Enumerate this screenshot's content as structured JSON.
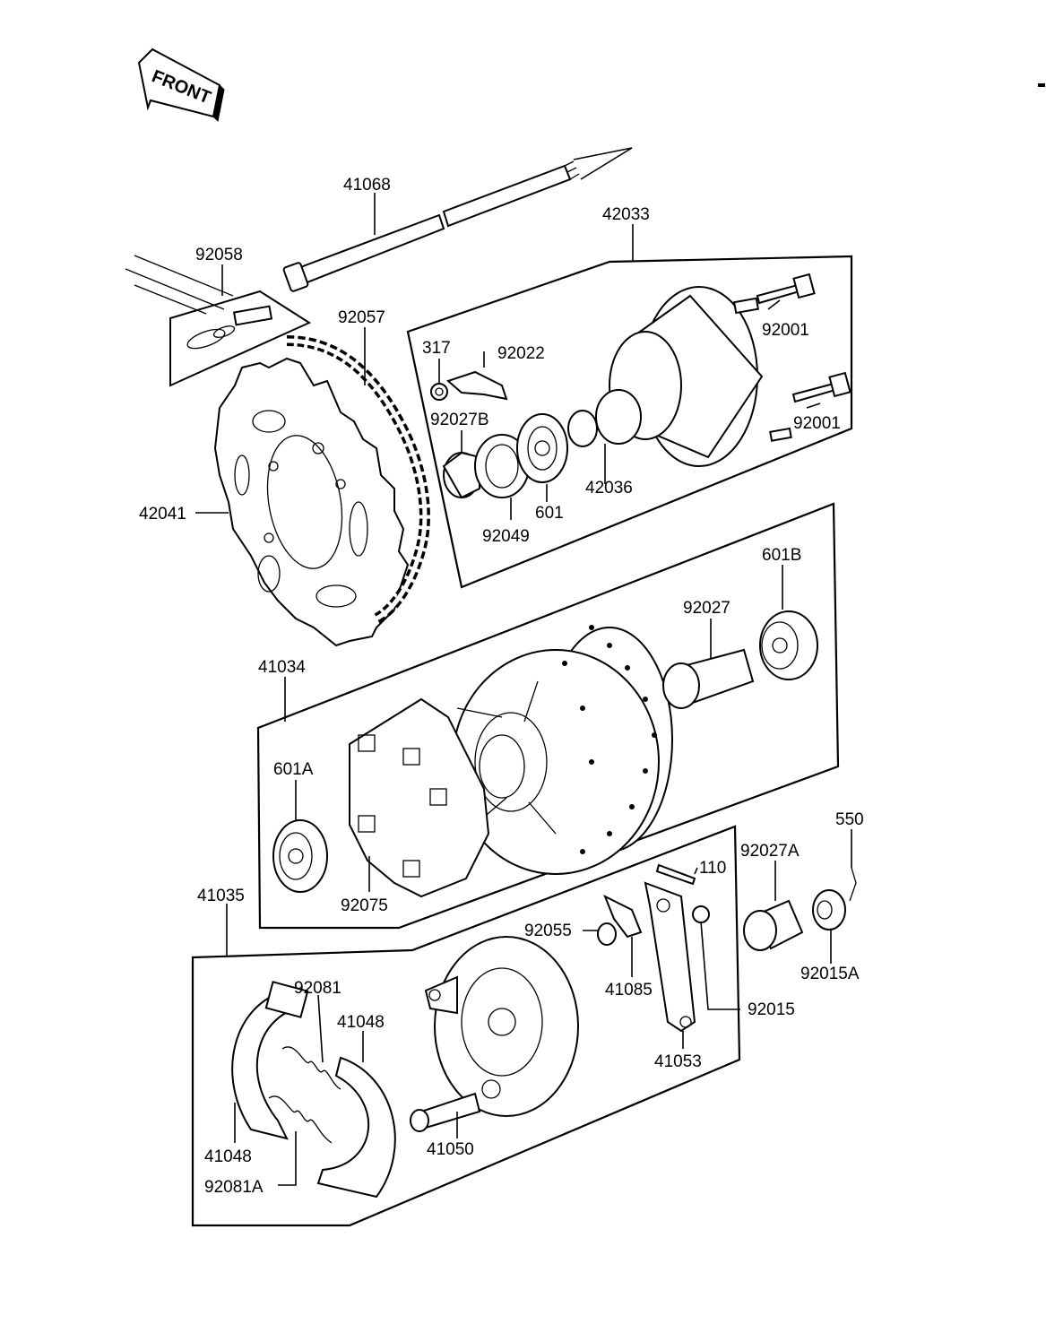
{
  "front_label": "FRONT",
  "parts": {
    "p41068": "41068",
    "p42033": "42033",
    "p92058": "92058",
    "p92057": "92057",
    "p317": "317",
    "p92022": "92022",
    "p92001a": "92001",
    "p92001b": "92001",
    "p92027B": "92027B",
    "p42036": "42036",
    "p601": "601",
    "p92049": "92049",
    "p42041": "42041",
    "p601B": "601B",
    "p92027": "92027",
    "p41034": "41034",
    "p601A": "601A",
    "p92075": "92075",
    "p550": "550",
    "p92027A": "92027A",
    "p110": "110",
    "p41035": "41035",
    "p92055": "92055",
    "p41085": "41085",
    "p92015A": "92015A",
    "p92015": "92015",
    "p92081": "92081",
    "p41048a": "41048",
    "p41053": "41053",
    "p41050": "41050",
    "p41048b": "41048",
    "p92081A": "92081A"
  }
}
